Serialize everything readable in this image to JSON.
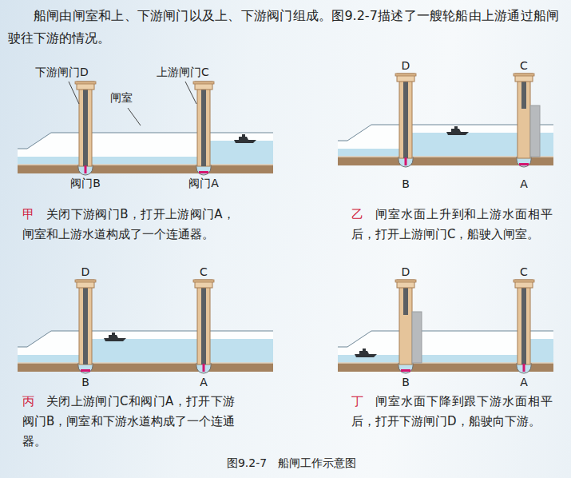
{
  "diagram": {
    "caption": "图9.2-7　船闸工作示意图",
    "labels": [
      "船闸由闸室和上、下游闸门以及上、下游阀门组成。图9.2-7描述了一艘轮船由上游通过船闸驶往下游的情况。",
      "下游闸门D",
      "上游闸门C",
      "闸室",
      "阀门B",
      "阀门A",
      "甲",
      "关闭下游阀门B，打开上游阀门A，闸室和上游水道构成了一个连通器。",
      "D",
      "C",
      "B",
      "A",
      "乙",
      "闸室水面上升到和上游水面相平后，打开上游闸门C，船驶入闸室。",
      "D",
      "C",
      "B",
      "A",
      "丙",
      "关闭上游闸门C和阀门A，打开下游阀门B，闸室和下游水道构成了一个连通器。",
      "D",
      "C",
      "B",
      "A",
      "丁",
      "闸室水面下降到跟下游水面相平后，打开下游闸门D，船驶向下游。"
    ]
  }
}
